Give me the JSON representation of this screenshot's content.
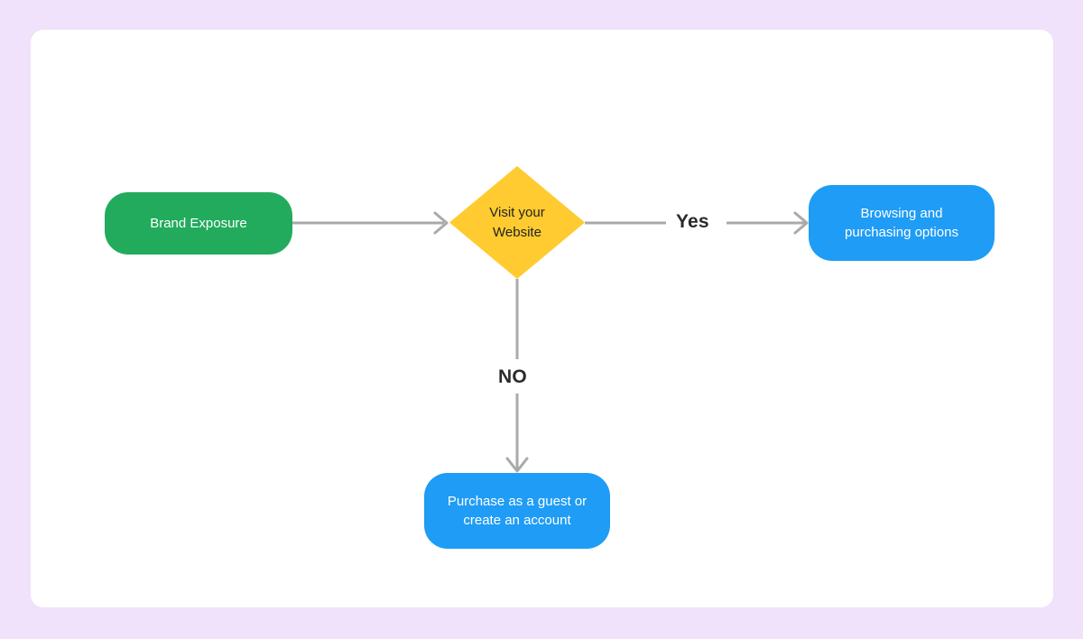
{
  "page": {
    "background_color": "#efe2fa",
    "card_color": "#ffffff"
  },
  "diagram": {
    "type": "flowchart",
    "edge_color": "#aaaaaa",
    "nodes": [
      {
        "id": "start",
        "shape": "rounded-rectangle",
        "label": "Brand Exposure",
        "color": "#22ab5c",
        "text_color": "#ffffff"
      },
      {
        "id": "decision",
        "shape": "diamond",
        "label": "Visit your\nWebsite",
        "color": "#ffcb30",
        "text_color": "#232323"
      },
      {
        "id": "browsing",
        "shape": "rounded-rectangle",
        "label": "Browsing and\npurchasing options",
        "color": "#1f9cf5",
        "text_color": "#ffffff"
      },
      {
        "id": "purchase",
        "shape": "rounded-rectangle",
        "label": "Purchase as a guest or\ncreate an account",
        "color": "#1f9cf5",
        "text_color": "#ffffff"
      }
    ],
    "edges": [
      {
        "id": "start-to-decision",
        "from": "start",
        "to": "decision",
        "label": ""
      },
      {
        "id": "decision-to-browsing",
        "from": "decision",
        "to": "browsing",
        "label": "Yes"
      },
      {
        "id": "decision-to-purchase",
        "from": "decision",
        "to": "purchase",
        "label": "NO"
      }
    ]
  }
}
